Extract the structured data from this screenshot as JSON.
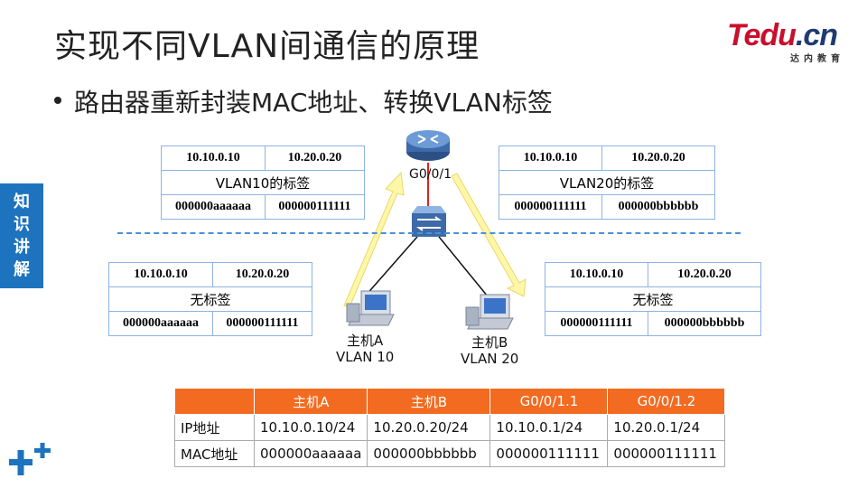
{
  "slide": {
    "title": "实现不同VLAN间通信的原理",
    "bullet": "路由器重新封装MAC地址、转换VLAN标签"
  },
  "logo": {
    "brand_main": "Tedu",
    "brand_suffix": ".cn",
    "brand_sub": "达内教育"
  },
  "side_tab": {
    "chars": [
      "知",
      "识",
      "讲",
      "解"
    ]
  },
  "diagram": {
    "router_port": "G0/0/1",
    "host_a": {
      "line1": "主机A",
      "line2": "VLAN 10"
    },
    "host_b": {
      "line1": "主机B",
      "line2": "VLAN 20"
    },
    "packet_top_left": {
      "ip_src": "10.10.0.10",
      "ip_dst": "10.20.0.20",
      "tag": "VLAN10的标签",
      "mac_src": "000000aaaaaa",
      "mac_dst": "000000111111"
    },
    "packet_top_right": {
      "ip_src": "10.10.0.10",
      "ip_dst": "10.20.0.20",
      "tag": "VLAN20的标签",
      "mac_src": "000000111111",
      "mac_dst": "000000bbbbbb"
    },
    "packet_bottom_left": {
      "ip_src": "10.10.0.10",
      "ip_dst": "10.20.0.20",
      "tag": "无标签",
      "mac_src": "000000aaaaaa",
      "mac_dst": "000000111111"
    },
    "packet_bottom_right": {
      "ip_src": "10.10.0.10",
      "ip_dst": "10.20.0.20",
      "tag": "无标签",
      "mac_src": "000000111111",
      "mac_dst": "000000bbbbbb"
    }
  },
  "info_table": {
    "headers": [
      "",
      "主机A",
      "主机B",
      "G0/0/1.1",
      "G0/0/1.2"
    ],
    "rows": [
      [
        "IP地址",
        "10.10.0.10/24",
        "10.20.0.20/24",
        "10.10.0.1/24",
        "10.20.0.1/24"
      ],
      [
        "MAC地址",
        "000000aaaaaa",
        "000000bbbbbb",
        "000000111111",
        "000000111111"
      ]
    ]
  },
  "colors": {
    "header_orange": "#f26b21",
    "side_tab_blue": "#1e73be",
    "cell_border_blue": "#8db3e2",
    "router_line_red": "#e02020",
    "arrow_yellow": "#fff7a8"
  }
}
